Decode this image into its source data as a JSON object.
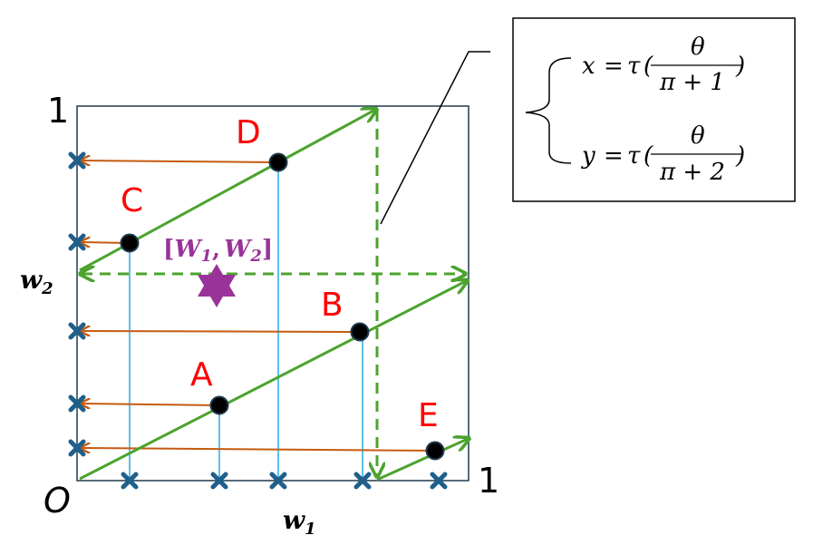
{
  "axes": {
    "origin_label": "O",
    "x_one_label": "1",
    "y_one_label": "1",
    "x_label": "w",
    "x_label_sub": "1",
    "y_label": "w",
    "y_label_sub": "2"
  },
  "points": {
    "A": "A",
    "B": "B",
    "C": "C",
    "D": "D",
    "E": "E"
  },
  "target": {
    "label_open": "[",
    "label_w1": "W",
    "label_w1_sub": "1",
    "label_sep": ",",
    "label_w2": "W",
    "label_w2_sub": "2",
    "label_close": "]"
  },
  "equations": {
    "x_lhs": "x",
    "y_lhs": "y",
    "eq": "=",
    "tau": "τ",
    "theta": "θ",
    "x_den": "π + 1",
    "y_den": "π + 2",
    "open_paren": "(",
    "close_paren": ")"
  },
  "colors": {
    "green": "#4ca32e",
    "brown": "#c55a11",
    "light_blue": "#5bc0ea",
    "cross_blue": "#1f5f8b",
    "purple": "#993399",
    "label_red": "#ff0000",
    "frame": "#1f3b4d"
  }
}
